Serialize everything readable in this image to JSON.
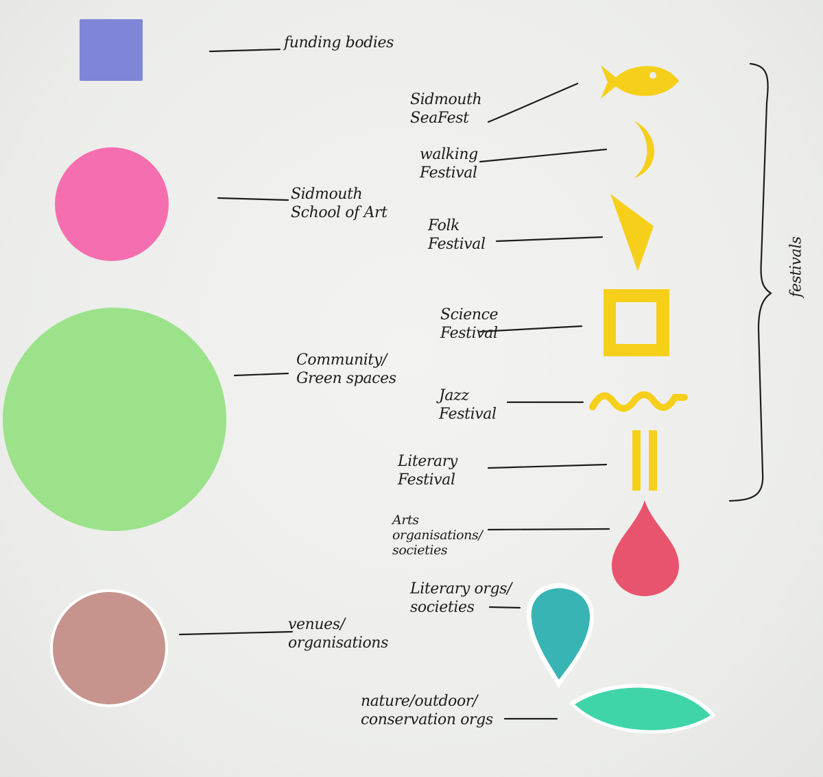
{
  "colors": {
    "paper": "#ecedeb",
    "ink": "#1c1c1c",
    "funding_bodies": "#7f86d8",
    "school_of_art": "#f56fb0",
    "community_green": "#9be28b",
    "venues": "#c7938d",
    "festival_yellow": "#f6cf1a",
    "arts_orgs": "#e8546e",
    "literary_orgs": "#37b4b3",
    "nature_orgs": "#3fd5a9"
  },
  "legend": [
    {
      "key": "funding_bodies",
      "shape": "square",
      "label": "funding bodies"
    },
    {
      "key": "school_of_art",
      "shape": "circle",
      "label": "Sidmouth\nSchool of Art"
    },
    {
      "key": "community_green",
      "shape": "circle",
      "label": "Community/\nGreen spaces"
    },
    {
      "key": "venues",
      "shape": "circle",
      "label": "venues/\norganisations"
    },
    {
      "key": "sea_fest",
      "shape": "fish",
      "label": "Sidmouth\nSeaFest"
    },
    {
      "key": "walking_festival",
      "shape": "crescent",
      "label": "walking\nFestival"
    },
    {
      "key": "folk_festival",
      "shape": "triangle",
      "label": "Folk\nFestival"
    },
    {
      "key": "science_festival",
      "shape": "square-outline",
      "label": "Science\nFestival"
    },
    {
      "key": "jazz_festival",
      "shape": "wave",
      "label": "Jazz\nFestival"
    },
    {
      "key": "literary_festival",
      "shape": "double-bar",
      "label": "Literary\nFestival"
    },
    {
      "key": "arts_orgs",
      "shape": "drop",
      "label": "Arts\norganisations/\nsocieties"
    },
    {
      "key": "literary_orgs",
      "shape": "teardrop",
      "label": "Literary orgs/\nsocieties"
    },
    {
      "key": "nature_orgs",
      "shape": "leaf",
      "label": "nature/outdoor/\nconservation orgs"
    }
  ],
  "bracket_label": "festivals"
}
